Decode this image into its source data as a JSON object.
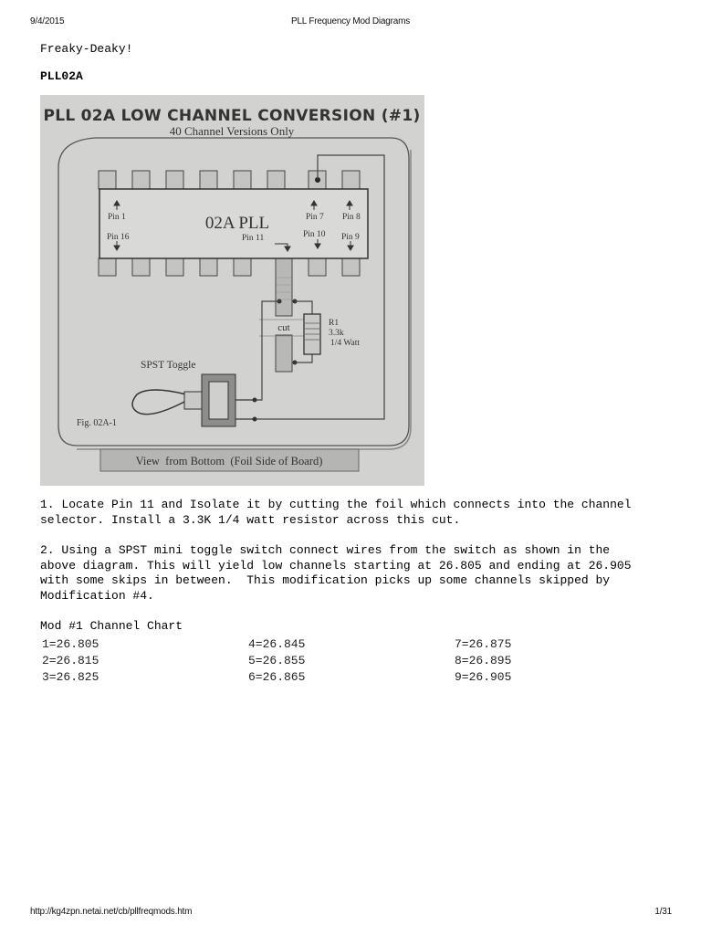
{
  "print_header": {
    "date": "9/4/2015",
    "title": "PLL Frequency Mod Diagrams"
  },
  "intro_text": "Freaky-Deaky!",
  "section_title": "PLL02A",
  "figure": {
    "title": "PLL 02A LOW CHANNEL CONVERSION (#1)",
    "subtitle": "40 Channel Versions Only",
    "chip_label": "02A PLL",
    "pin_labels": {
      "pin1": "Pin 1",
      "pin7": "Pin 7",
      "pin8": "Pin 8",
      "pin16": "Pin 16",
      "pin11": "Pin 11",
      "pin10": "Pin 10",
      "pin9": "Pin 9"
    },
    "cut_label": "cut",
    "resistor_label": [
      "R1",
      "3.3k",
      "1/4 Watt"
    ],
    "toggle_label": "SPST Toggle",
    "fig_label": "Fig. 02A-1",
    "caption": "View  from Bottom  (Foil Side of Board)",
    "colors": {
      "background": "#d4d4d2",
      "line": "#3a3a3a",
      "pad": "#bdbdbb"
    }
  },
  "instructions": [
    "1. Locate Pin 11 and Isolate it by cutting the foil which connects into the channel\nselector. Install a 3.3K 1/4 watt resistor across this cut.",
    "2. Using a SPST mini toggle switch connect wires from the switch as shown in the\nabove diagram. This will yield low channels starting at 26.805 and ending at 26.905\nwith some skips in between.  This modification picks up some channels skipped by\nModification #4."
  ],
  "channel_chart": {
    "title": "Mod #1 Channel Chart",
    "rows": [
      [
        "1=26.805",
        "4=26.845",
        "7=26.875"
      ],
      [
        "2=26.815",
        "5=26.855",
        "8=26.895"
      ],
      [
        "3=26.825",
        "6=26.865",
        "9=26.905"
      ]
    ]
  },
  "print_footer": {
    "url": "http://kg4zpn.netai.net/cb/pllfreqmods.htm",
    "page": "1/31"
  }
}
